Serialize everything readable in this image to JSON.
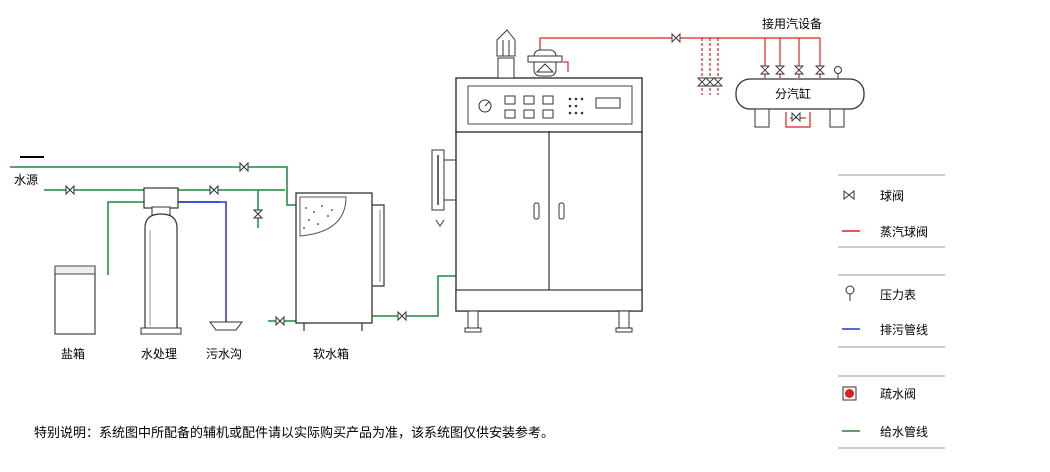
{
  "labels": {
    "water_source": "水源",
    "salt_box": "盐箱",
    "water_treatment": "水处理",
    "sewer": "污水沟",
    "soft_water_tank": "软水箱",
    "steam_equipment": "接用汽设备",
    "steam_header": "分汽缸"
  },
  "legend": [
    {
      "key": "ball-valve",
      "label": "球阀"
    },
    {
      "key": "steam-ball-valve",
      "label": "蒸汽球阀"
    },
    {
      "key": "pressure-gauge",
      "label": "压力表"
    },
    {
      "key": "drain-line",
      "label": "排污管线"
    },
    {
      "key": "trap-valve",
      "label": "疏水阀"
    },
    {
      "key": "feed-water-line",
      "label": "给水管线"
    }
  ],
  "note": "特别说明：系统图中所配备的辅机或配件请以实际购买产品为准，该系统图仅供安装参考。",
  "colors": {
    "steam": "#e0201c",
    "drain": "#2233dd",
    "feed": "#1a8a3a",
    "outline": "#333333"
  }
}
